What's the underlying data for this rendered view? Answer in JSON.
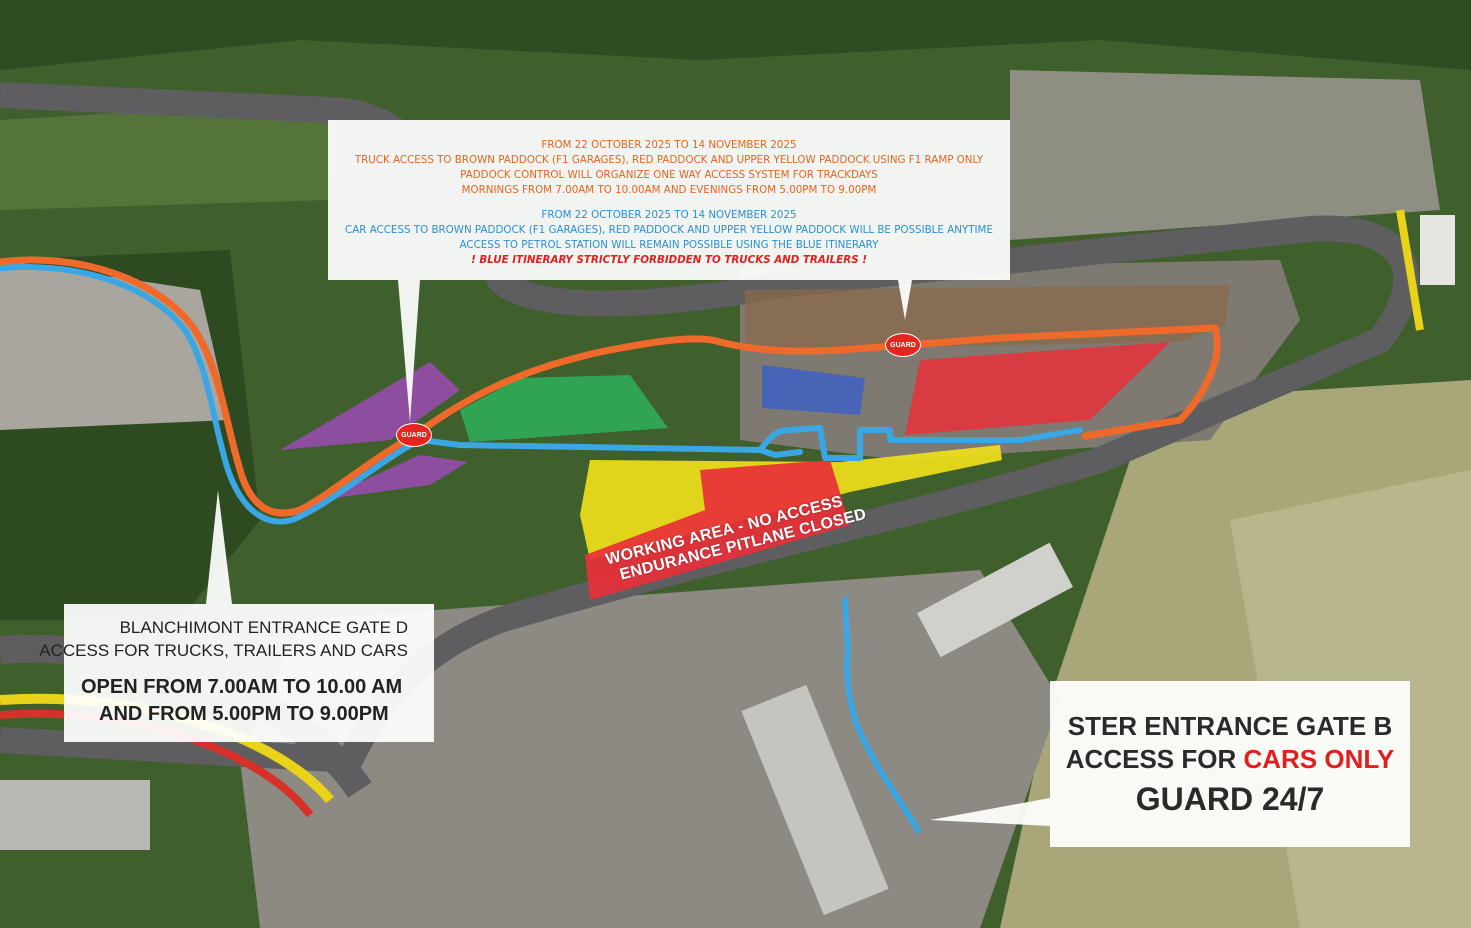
{
  "notice": {
    "truck_lines": [
      "FROM 22 OCTOBER 2025 TO 14 NOVEMBER 2025",
      "TRUCK ACCESS TO BROWN PADDOCK (F1 GARAGES), RED PADDOCK AND UPPER YELLOW PADDOCK USING F1 RAMP ONLY",
      "PADDOCK CONTROL WILL ORGANIZE ONE WAY ACCESS SYSTEM FOR TRACKDAYS",
      "MORNINGS FROM 7.00AM TO 10.00AM AND EVENINGS FROM 5.00PM TO 9.00PM"
    ],
    "car_lines": [
      "FROM 22 OCTOBER 2025 TO 14 NOVEMBER 2025",
      "CAR ACCESS TO BROWN PADDOCK (F1 GARAGES), RED PADDOCK AND UPPER YELLOW PADDOCK WILL BE POSSIBLE ANYTIME",
      "ACCESS TO PETROL STATION WILL REMAIN POSSIBLE USING THE BLUE ITINERARY"
    ],
    "warning": "! BLUE ITINERARY STRICTLY FORBIDDEN TO TRUCKS AND TRAILERS !"
  },
  "gate_d": {
    "title": "BLANCHIMONT ENTRANCE GATE D",
    "subtitle": "ACCESS FOR TRUCKS, TRAILERS AND CARS",
    "hours_line1": "OPEN FROM 7.00AM TO 10.00 AM",
    "hours_line2": "AND FROM 5.00PM TO 9.00PM"
  },
  "gate_b": {
    "title": "STER ENTRANCE GATE B",
    "access_prefix": "ACCESS FOR ",
    "access_highlight": "CARS ONLY",
    "guard": "GUARD 24/7"
  },
  "map": {
    "guard_label": "GUARD",
    "working_area_line1": "WORKING AREA - NO ACCESS",
    "working_area_line2": "ENDURANCE PITLANE CLOSED",
    "colors": {
      "truck_route": "#ef6a2a",
      "car_route": "#3aa6e3",
      "guard_badge": "#e8241e",
      "brown_paddock": "#8a6a4a",
      "red_paddock": "#e8303a",
      "green_paddock": "#2fb05a",
      "purple_paddock": "#9b4bb5",
      "yellow_paddock": "#f2e21a",
      "blue_paddock": "#3a5fc8",
      "warning_text": "#e02020"
    }
  }
}
